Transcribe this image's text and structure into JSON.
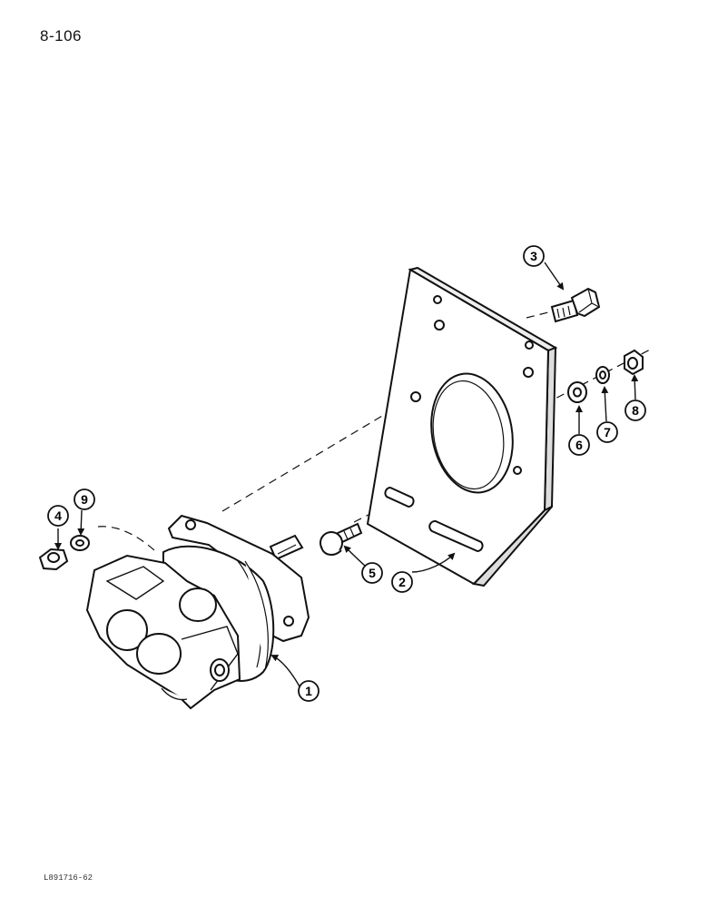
{
  "page_number": "8-106",
  "figure_code": "L891716-62",
  "callouts": [
    {
      "id": "1",
      "label": "1"
    },
    {
      "id": "2",
      "label": "2"
    },
    {
      "id": "3",
      "label": "3"
    },
    {
      "id": "4",
      "label": "4"
    },
    {
      "id": "5",
      "label": "5"
    },
    {
      "id": "6",
      "label": "6"
    },
    {
      "id": "7",
      "label": "7"
    },
    {
      "id": "8",
      "label": "8"
    },
    {
      "id": "9",
      "label": "9"
    }
  ]
}
